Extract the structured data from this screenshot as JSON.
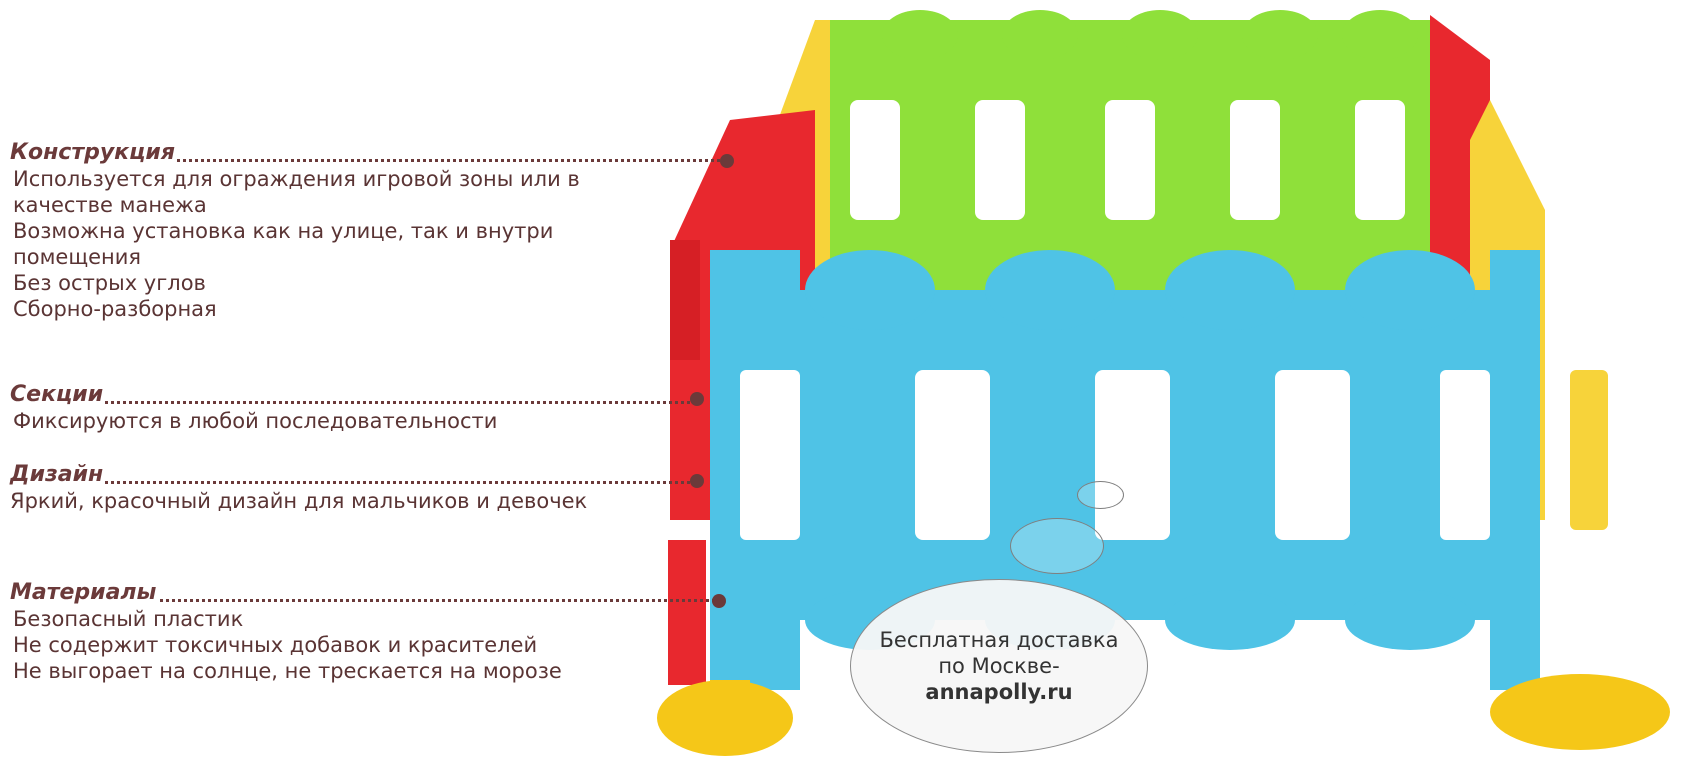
{
  "sections": [
    {
      "title": "Конструкция",
      "lines": [
        "Используется для ограждения игровой зоны или в",
        "качестве манежа",
        "Возможна установка как на улице, так и внутри",
        "помещения",
        "Без острых углов",
        "Сборно-разборная"
      ]
    },
    {
      "title": "Секции",
      "lines": [
        "Фиксируются в любой последовательности"
      ]
    },
    {
      "title": "Дизайн",
      "lines": [
        "Яркий, красочный дизайн для мальчиков и девочек"
      ]
    },
    {
      "title": "Материалы",
      "lines": [
        "Безопасный пластик",
        "Не содержит токсичных добавок и красителей",
        "Не выгорает на солнце, не трескается на морозе"
      ]
    }
  ],
  "callout": {
    "line1": "Бесплатная доставка",
    "line2": "по Москве-",
    "site": "annapolly.ru"
  },
  "colors": {
    "text": "#6b3a3a",
    "fence_blue": "#4fc3e6",
    "fence_green": "#8fe03a",
    "fence_red": "#e8282e",
    "fence_yellow": "#f7d33a"
  }
}
